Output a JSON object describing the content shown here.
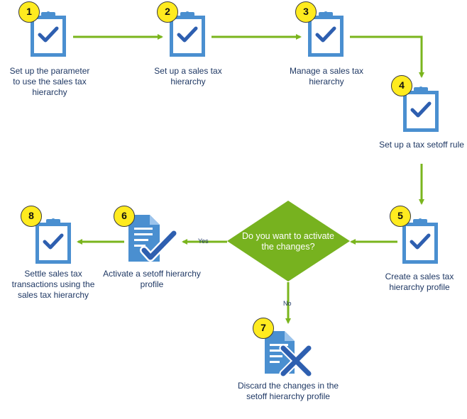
{
  "steps": [
    {
      "number": "1",
      "label": "Set up the parameter to use the sales tax hierarchy",
      "icon": "clipboard-check-icon"
    },
    {
      "number": "2",
      "label": "Set up a sales tax hierarchy",
      "icon": "clipboard-check-icon"
    },
    {
      "number": "3",
      "label": "Manage a sales tax hierarchy",
      "icon": "clipboard-check-icon"
    },
    {
      "number": "4",
      "label": "Set up a tax setoff rule",
      "icon": "clipboard-check-icon"
    },
    {
      "number": "5",
      "label": "Create a sales tax hierarchy profile",
      "icon": "clipboard-check-icon"
    },
    {
      "number": "6",
      "label": "Activate a setoff hierarchy profile",
      "icon": "document-check-icon"
    },
    {
      "number": "7",
      "label": "Discard the changes in the setoff hierarchy profile",
      "icon": "document-x-icon"
    },
    {
      "number": "8",
      "label": "Settle sales tax transactions using the sales tax hierarchy",
      "icon": "clipboard-check-icon"
    }
  ],
  "decision": {
    "question": "Do you want to activate the changes?",
    "yes_label": "Yes",
    "no_label": "No"
  },
  "colors": {
    "arrow": "#7ab51d",
    "icon_blue": "#4a8fd0",
    "icon_dark": "#2e5fb0",
    "badge": "#ffeb1f",
    "text": "#1f3864"
  }
}
